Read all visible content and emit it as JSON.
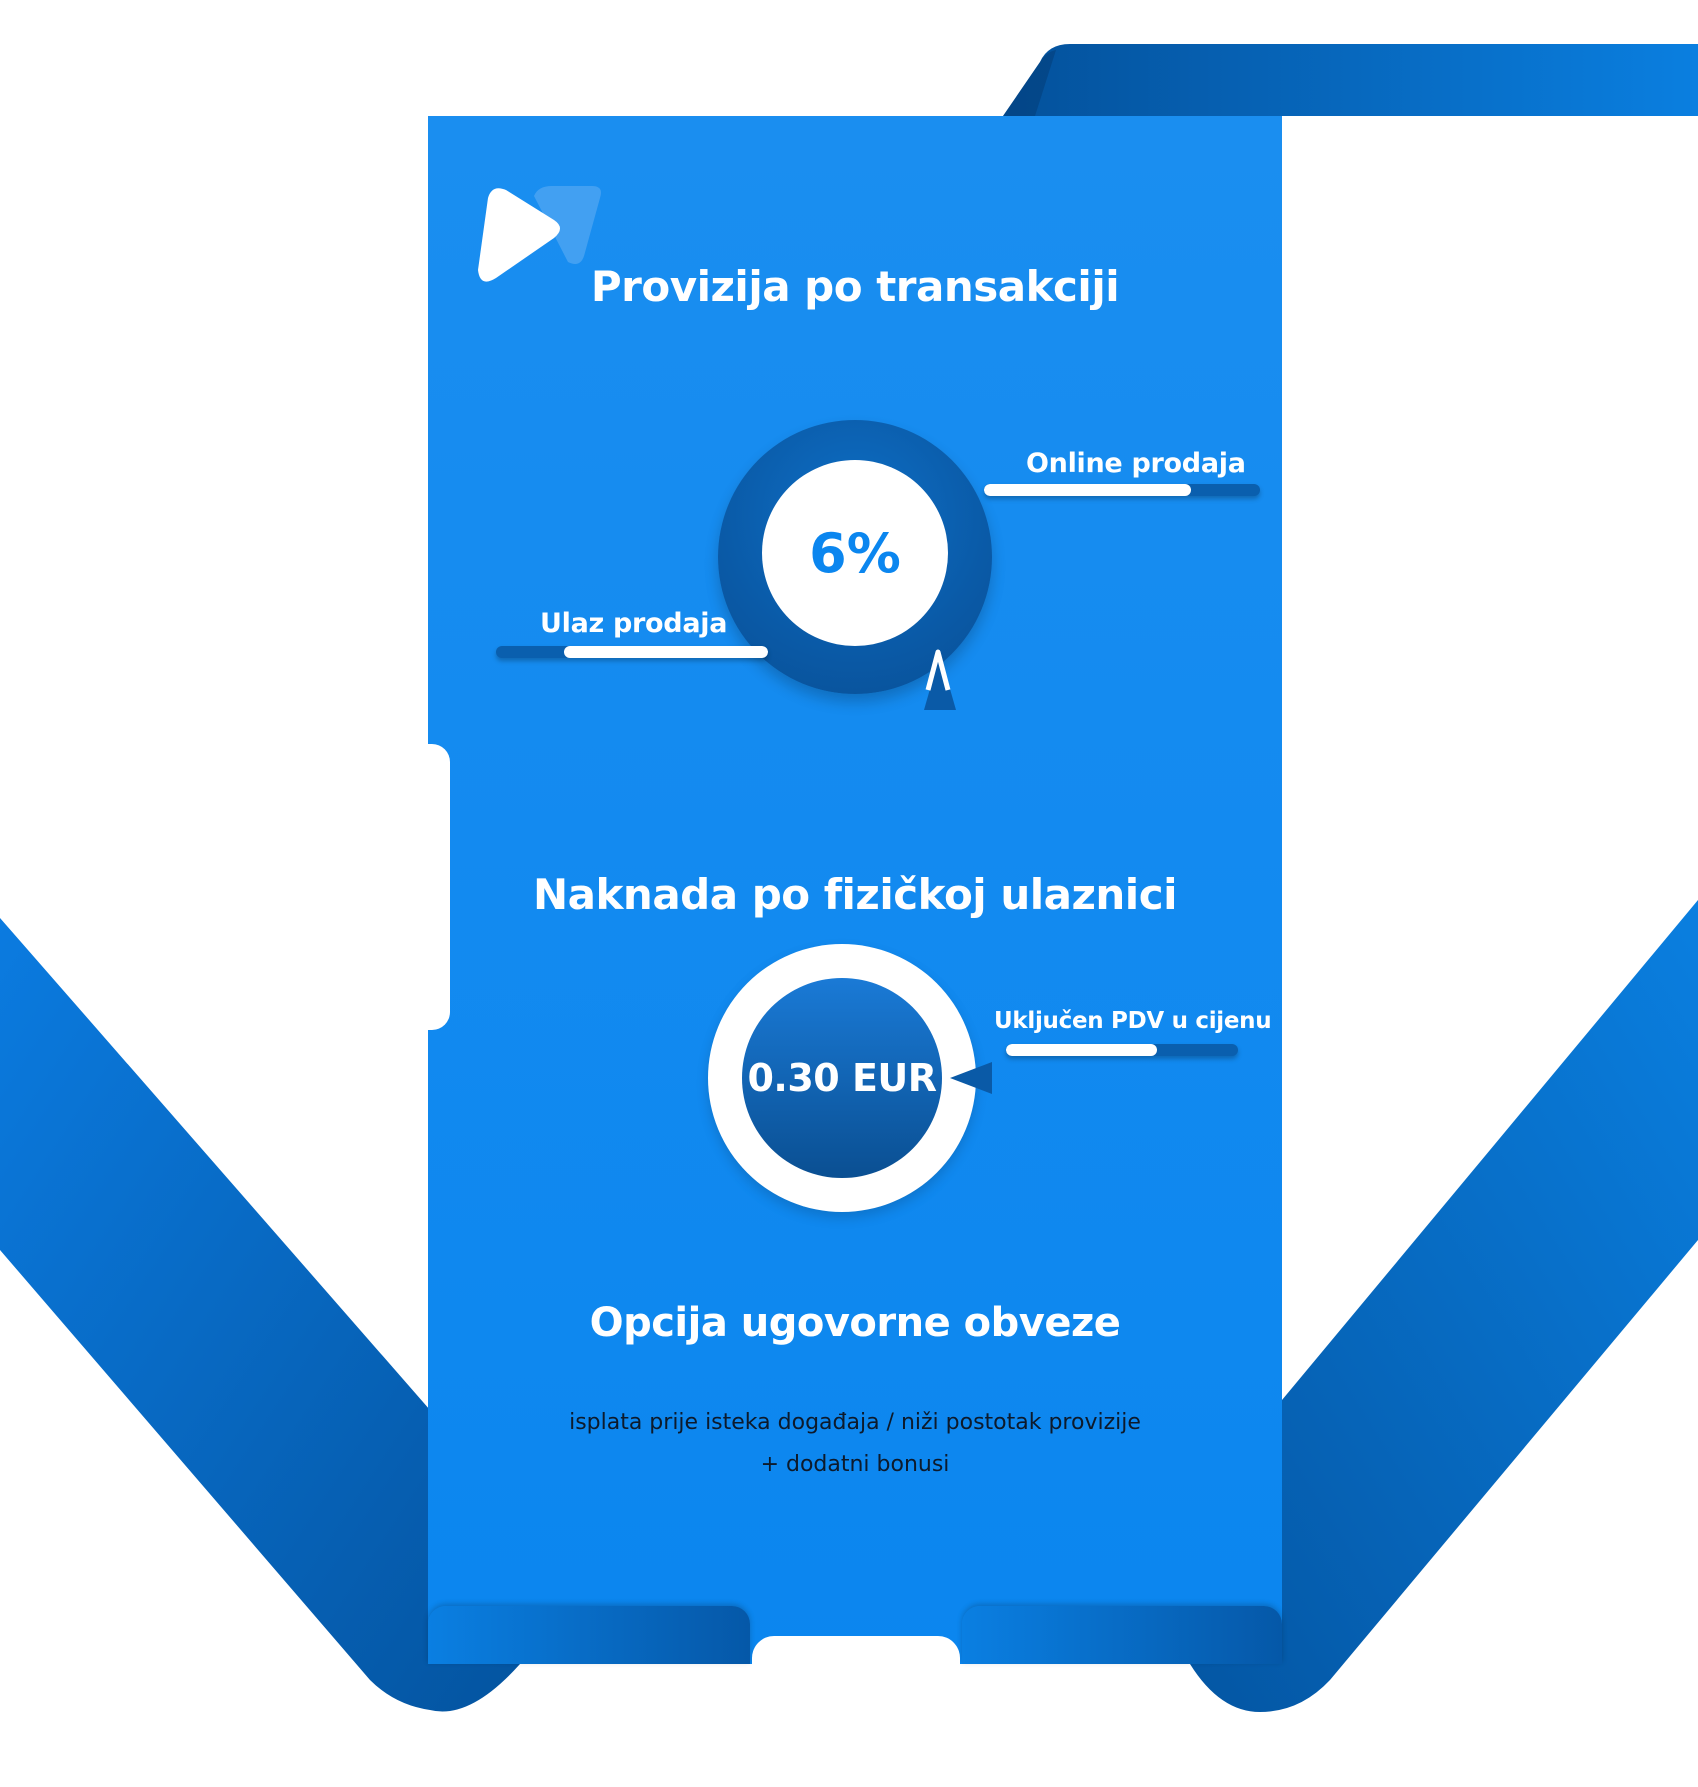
{
  "colors": {
    "card_blue": "#0b86ef",
    "dark_blue": "#0a5aa7",
    "ribbon_blue": "#0568c9",
    "white": "#ffffff",
    "note_text": "#0d1a2b"
  },
  "logo": {
    "icon": "play-triangle-logo-icon"
  },
  "section1": {
    "title": "Provizija po transakciji",
    "percent": "6%",
    "online_label": "Online prodaja",
    "online_bar_fill": 0.75,
    "ulaz_label": "Ulaz prodaja",
    "ulaz_bar_fill": 0.75,
    "caret": "^"
  },
  "section2": {
    "title": "Naknada po fizičkoj ulaznici",
    "price": "0.30 EUR",
    "pdv_label": "Uključen PDV u cijenu",
    "pdv_bar_fill": 0.65
  },
  "section3": {
    "title": "Opcija ugovorne obveze",
    "line1": "isplata prije isteka događaja / niži postotak provizije",
    "line2": "+ dodatni bonusi"
  }
}
